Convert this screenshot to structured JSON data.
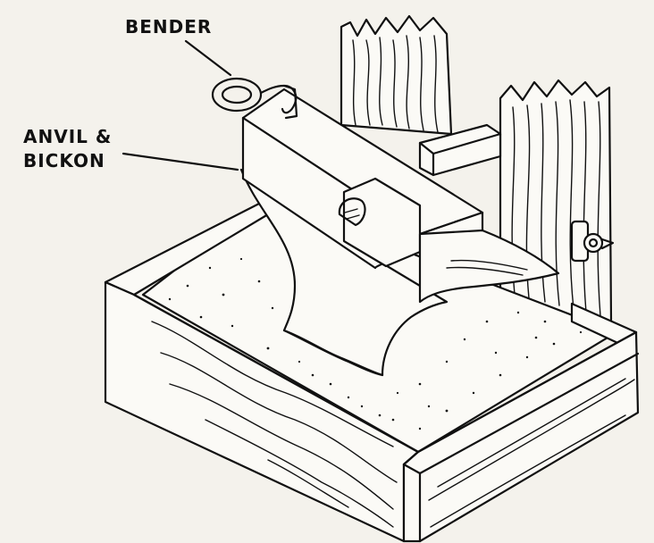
{
  "labels": {
    "bender": "BENDER",
    "anvil_line1": "ANVIL  &",
    "anvil_line2": "BICKON"
  },
  "colors": {
    "ink": "#111111",
    "paper": "#f4f2ec"
  }
}
